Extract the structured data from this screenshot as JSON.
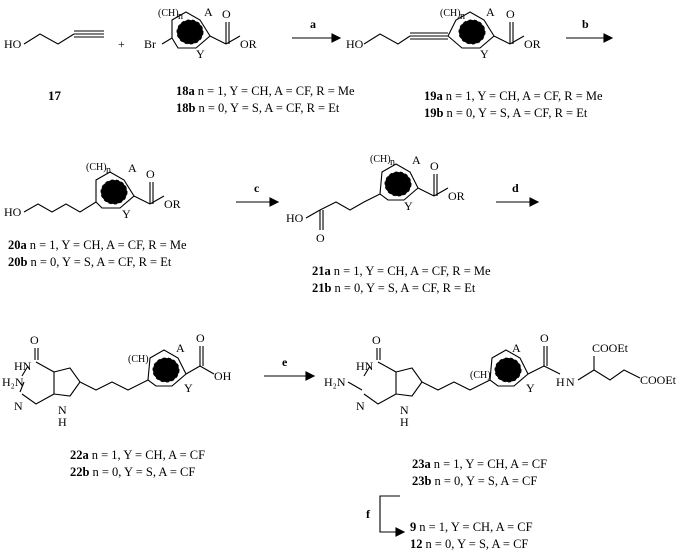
{
  "reagents": [
    "a",
    "b",
    "c",
    "d",
    "e",
    "f"
  ],
  "atoms": {
    "HO": "HO",
    "Br": "Br",
    "O": "O",
    "OR": "OR",
    "OH": "OH",
    "HN": "HN",
    "H2N": "H₂N",
    "N": "N",
    "NH": "NH",
    "H": "H",
    "A": "A",
    "Y": "Y",
    "CH_n": "(CH)",
    "n": "n",
    "COOEt": "COOEt",
    "plus": "+"
  },
  "compounds": {
    "c17": "17",
    "c18a": {
      "id": "18a",
      "desc": "n = 1, Y = CH, A = CF, R = Me"
    },
    "c18b": {
      "id": "18b",
      "desc": "n = 0, Y = S, A = CF, R = Et"
    },
    "c19a": {
      "id": "19a",
      "desc": "n = 1, Y = CH, A = CF, R = Me"
    },
    "c19b": {
      "id": "19b",
      "desc": "n = 0, Y = S, A = CF, R = Et"
    },
    "c20a": {
      "id": "20a",
      "desc": "n = 1, Y = CH, A = CF, R = Me"
    },
    "c20b": {
      "id": "20b",
      "desc": "n = 0, Y = S, A = CF, R = Et"
    },
    "c21a": {
      "id": "21a",
      "desc": "n = 1, Y = CH, A = CF, R = Me"
    },
    "c21b": {
      "id": "21b",
      "desc": "n = 0, Y = S, A = CF, R = Et"
    },
    "c22a": {
      "id": "22a",
      "desc": "n = 1, Y = CH, A = CF"
    },
    "c22b": {
      "id": "22b",
      "desc": "n = 0, Y = S, A = CF"
    },
    "c23a": {
      "id": "23a",
      "desc": "n = 1, Y = CH, A = CF"
    },
    "c23b": {
      "id": "23b",
      "desc": "n = 0, Y = S, A = CF"
    },
    "c9": {
      "id": "9",
      "desc": "n = 1, Y = CH, A = CF"
    },
    "c12": {
      "id": "12",
      "desc": "n = 0, Y = S, A = CF"
    }
  }
}
